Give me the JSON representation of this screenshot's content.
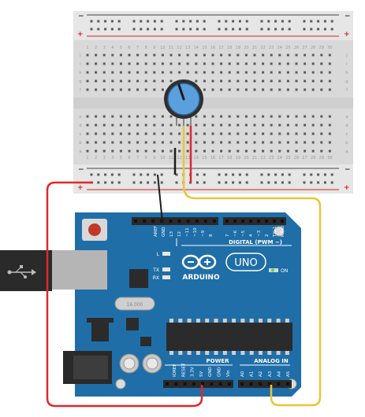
{
  "breadboard": {
    "columns": [
      "1",
      "2",
      "3",
      "4",
      "5",
      "6",
      "7",
      "8",
      "9",
      "10",
      "11",
      "12",
      "13",
      "14",
      "15",
      "16",
      "17",
      "18",
      "19",
      "20",
      "21",
      "22",
      "23",
      "24",
      "25",
      "26",
      "27",
      "28",
      "29",
      "30"
    ],
    "rows_top": [
      "j",
      "i",
      "h",
      "g",
      "f"
    ],
    "rows_bottom": [
      "e",
      "d",
      "c",
      "b",
      "a"
    ],
    "rail_minus": "−",
    "rail_plus": "+"
  },
  "arduino": {
    "logo_text": "ARDUINO",
    "uno_text": "UNO",
    "on_label": "ON",
    "l_label": "L",
    "tx_label": "TX",
    "rx_label": "RX",
    "digital_label": "DIGITAL (PWM ~)",
    "power_label": "POWER",
    "analog_label": "ANALOG IN",
    "digital_pins": [
      "AREF",
      "GND",
      "13",
      "12",
      "~11",
      "~10",
      "~9",
      "8",
      "7",
      "~6",
      "~5",
      "4",
      "~3",
      "2",
      "TX▸1",
      "RX◂0"
    ],
    "power_pins": [
      "IOREF",
      "RESET",
      "3.3V",
      "5V",
      "GND",
      "GND",
      "Vin"
    ],
    "analog_pins": [
      "A0",
      "A1",
      "A2",
      "A3",
      "A4",
      "A5"
    ],
    "crystal_label": "16.000"
  },
  "colors": {
    "board_blue": "#1f6ea8",
    "wire_red": "#e0282b",
    "wire_yellow": "#eac53a",
    "wire_black": "#1b1b1b",
    "pot_knob": "#5aa0dc"
  },
  "icons": [
    "usb-icon"
  ]
}
